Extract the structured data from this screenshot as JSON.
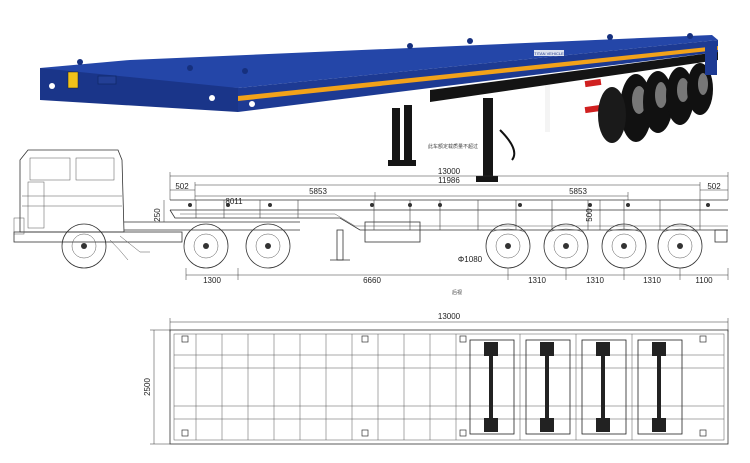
{
  "photo": {
    "brand_plate": "TITAN VEHICLE",
    "deck_color": "#1f3f9c",
    "stripe_color": "#f2a21a",
    "chassis_color": "#151515",
    "guard_red": "#d02020"
  },
  "side_view": {
    "overall_length": "13000",
    "deck_length": "11986",
    "front_overhang": "502",
    "rear_overhang": "502",
    "beam_segment_front": "5853",
    "beam_segment_rear": "5853",
    "front_offset": "8011",
    "deck_height": "250",
    "beam_height": "500",
    "wheel_diameter": "Φ1080",
    "tractor_spacing": "1300",
    "kingpin_to_axle": "6660",
    "axle_spacing_1": "1310",
    "axle_spacing_2": "1310",
    "axle_spacing_3": "1310",
    "rear_clearance": "1100",
    "note_top": "此车额定载质量不超过",
    "note_bottom": "后视"
  },
  "top_view": {
    "overall_length": "13000",
    "overall_width": "2500"
  }
}
